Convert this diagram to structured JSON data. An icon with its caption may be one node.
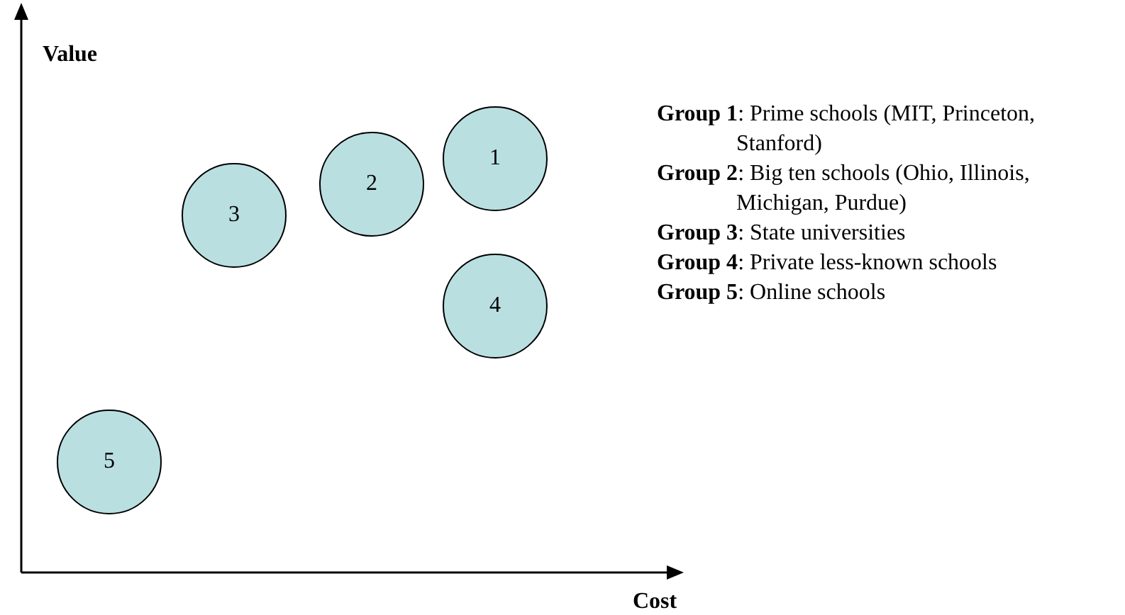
{
  "diagram": {
    "nodes": [
      {
        "text": [
          "1"
        ]
      },
      {
        "text": [
          "2"
        ]
      },
      {
        "text": [
          "3"
        ]
      },
      {
        "text": [
          "4"
        ]
      },
      {
        "text": [
          "5"
        ]
      }
    ],
    "labels": [
      "Value",
      "Cost",
      "**Group 1**: Prime schools (MIT, Princeton, Stanford)",
      "**Group 2**: Big ten schools (Ohio, Illinois, Michigan, Purdue)",
      "**Group 3**: State universities",
      "**Group 4**: Private less-known schools",
      "**Group 5**: Online schools"
    ]
  }
}
